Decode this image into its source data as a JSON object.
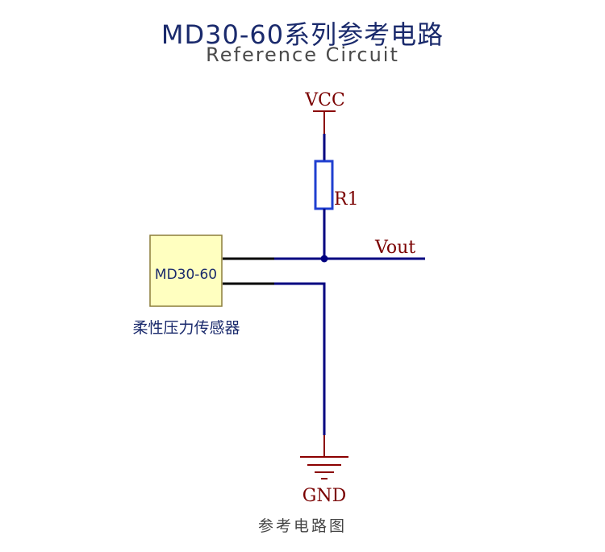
{
  "header": {
    "title": "MD30-60系列参考电路",
    "subtitle": "Reference Circuit"
  },
  "schematic": {
    "power_label": "VCC",
    "resistor_label": "R1",
    "output_label": "Vout",
    "ground_label": "GND",
    "sensor_label": "MD30-60",
    "sensor_caption": "柔性压力传感器"
  },
  "footer": {
    "caption": "参考电路图"
  },
  "colors": {
    "wire": "#000080",
    "power_symbol": "#8b0000",
    "resistor": "#1f3fd0",
    "sensor_fill": "#ffffc0",
    "sensor_stroke": "#8b7d3a",
    "lead": "#000000",
    "label_text": "#7a0000",
    "title_text": "#1a2a6c"
  }
}
